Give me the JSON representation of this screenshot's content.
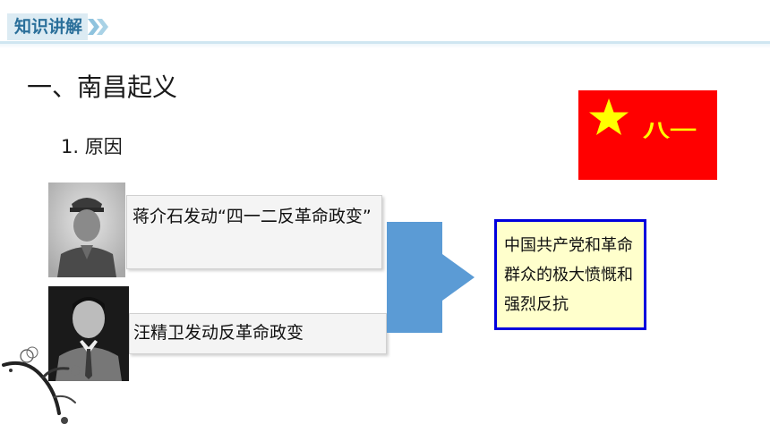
{
  "header": {
    "tag": "知识讲解"
  },
  "section_title": "一、南昌起义",
  "sub_title": "1.  原因",
  "flag": {
    "text": "八一",
    "background": "#ff0000",
    "star_color": "#ffff00"
  },
  "causes": [
    {
      "text": "蒋介石发动“四一二反革命政变”"
    },
    {
      "text": "汪精卫发动反革命政变"
    }
  ],
  "result": {
    "text": "中国共产党和革命群众的极大愤慨和强烈反抗"
  },
  "colors": {
    "accent": "#2a6f9a",
    "arrow": "#5b9bd5",
    "result_border": "#0000dd",
    "result_fill": "#ffffcc"
  }
}
